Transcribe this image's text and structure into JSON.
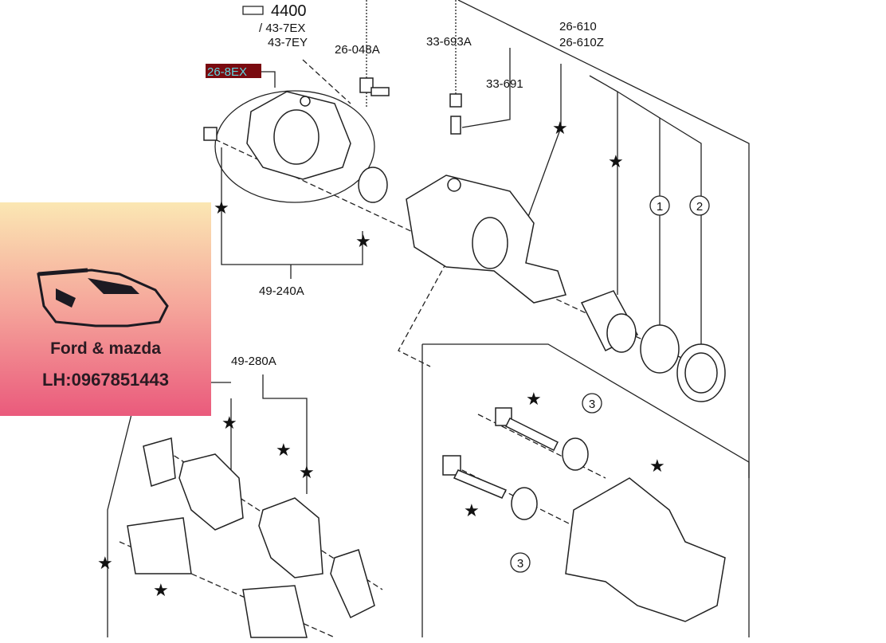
{
  "diagram": {
    "labels": {
      "ref_4400": "4400",
      "ref_43_7ex": "/ 43-7EX",
      "ref_43_7ey": "43-7EY",
      "p_26_048a": "26-048A",
      "p_33_693a": "33-693A",
      "p_33_691": "33-691",
      "p_26_610": "26-610",
      "p_26_610z": "26-610Z",
      "p_26_8ex": "26-8EX",
      "p_49_240a": "49-240A",
      "p_49_280a": "49-280A"
    },
    "callouts": [
      "1",
      "2",
      "3",
      "3"
    ],
    "star_symbol": "★",
    "highlight_color": "#d42027"
  },
  "overlay": {
    "brand": "Ford & mazda",
    "phone": "LH:0967851443"
  }
}
